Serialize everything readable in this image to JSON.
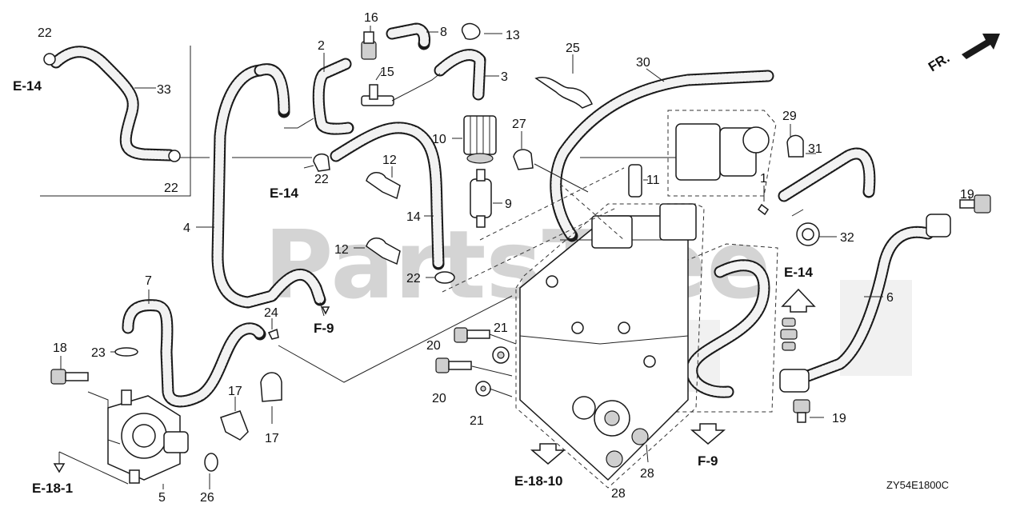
{
  "watermark": "PartsTree",
  "drawing_code": "ZY54E1800C",
  "direction_label": "FR.",
  "refs": {
    "e14_topleft": "E-14",
    "e14_mid": "E-14",
    "e14_right": "E-14",
    "f9_left": "F-9",
    "f9_right": "F-9",
    "e18_1": "E-18-1",
    "e18_10": "E-18-10"
  },
  "callouts": {
    "n1": "1",
    "n2": "2",
    "n3": "3",
    "n4": "4",
    "n5": "5",
    "n6": "6",
    "n7": "7",
    "n8": "8",
    "n9": "9",
    "n10": "10",
    "n11": "11",
    "n12a": "12",
    "n12b": "12",
    "n13": "13",
    "n14": "14",
    "n15": "15",
    "n16": "16",
    "n17a": "17",
    "n17b": "17",
    "n18": "18",
    "n19a": "19",
    "n19b": "19",
    "n20a": "20",
    "n20b": "20",
    "n21a": "21",
    "n21b": "21",
    "n22a": "22",
    "n22b": "22",
    "n22c": "22",
    "n22d": "22",
    "n23": "23",
    "n24": "24",
    "n25": "25",
    "n26": "26",
    "n27": "27",
    "n28a": "28",
    "n28b": "28",
    "n29": "29",
    "n30": "30",
    "n31": "31",
    "n32": "32",
    "n33": "33"
  }
}
